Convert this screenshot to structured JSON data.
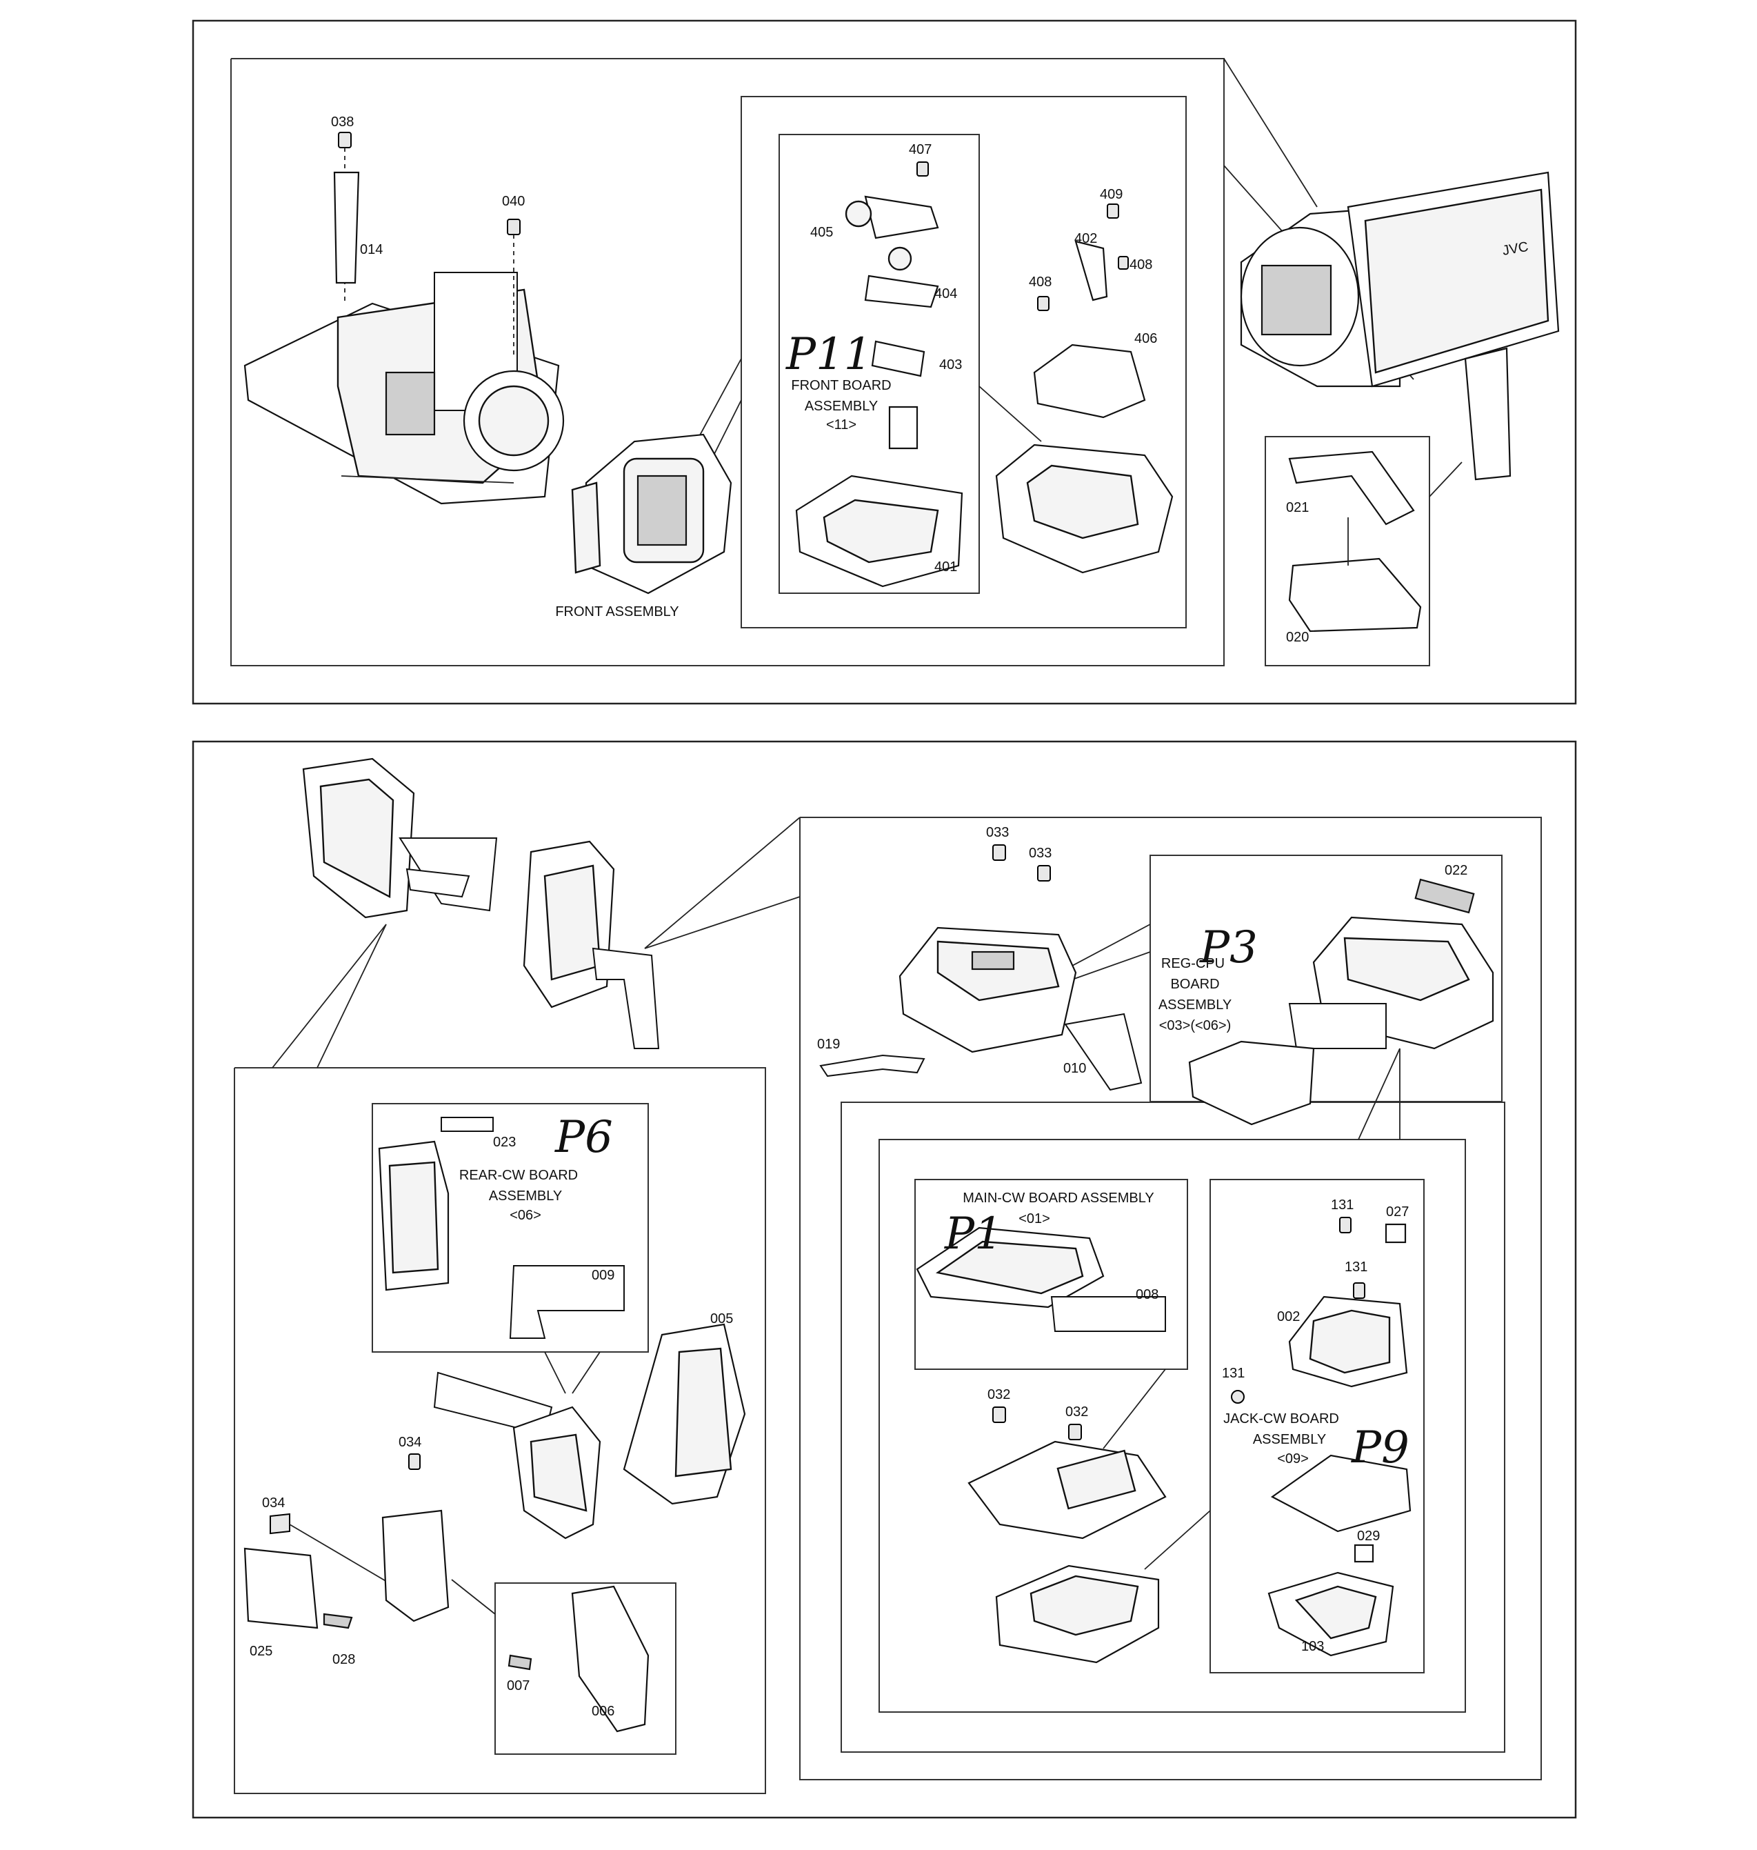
{
  "parts": {
    "p038": "038",
    "p014": "014",
    "p040": "040",
    "p407": "407",
    "p405": "405",
    "p404": "404",
    "p403": "403",
    "p401": "401",
    "p409": "409",
    "p402": "402",
    "p408a": "408",
    "p408b": "408",
    "p406": "406",
    "p021": "021",
    "p020": "020",
    "p033a": "033",
    "p033b": "033",
    "p022": "022",
    "p019": "019",
    "p010": "010",
    "p023": "023",
    "p009": "009",
    "p005": "005",
    "p034a": "034",
    "p034b": "034",
    "p025": "025",
    "p028": "028",
    "p007": "007",
    "p006": "006",
    "p008": "008",
    "p032a": "032",
    "p032b": "032",
    "p131a": "131",
    "p131b": "131",
    "p131c": "131",
    "p027": "027",
    "p002": "002",
    "p029": "029",
    "p103": "103"
  },
  "assemblies": {
    "front": "FRONT ASSEMBLY",
    "front_board": [
      "FRONT BOARD",
      "ASSEMBLY",
      "<11>"
    ],
    "reg_cpu": [
      "REG-CPU",
      "BOARD",
      "ASSEMBLY",
      "<03>(<06>)"
    ],
    "rear_cw": [
      "REAR-CW BOARD",
      "ASSEMBLY",
      "<06>"
    ],
    "main_cw": [
      "MAIN-CW BOARD ASSEMBLY",
      "<01>"
    ],
    "jack_cw": [
      "JACK-CW BOARD",
      "ASSEMBLY",
      "<09>"
    ]
  },
  "handwritten": {
    "p11": "P11",
    "p3": "P3",
    "p6": "P6",
    "p1": "P1",
    "p9": "P9"
  },
  "brand_logo": "JVC"
}
